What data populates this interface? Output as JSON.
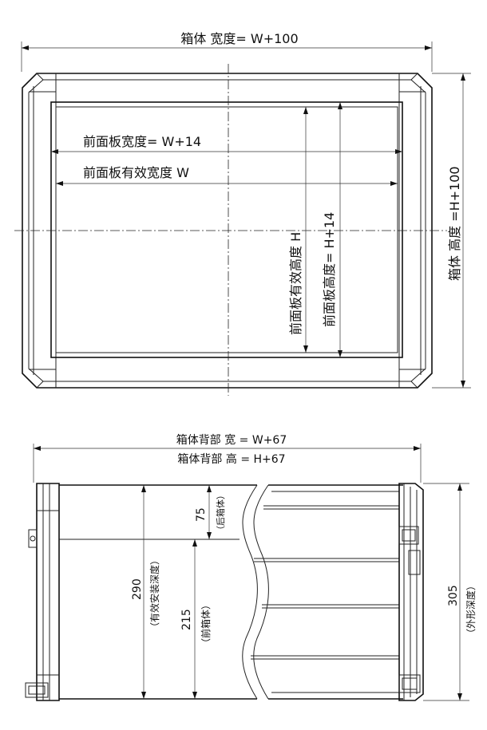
{
  "top_view": {
    "cabinet_width": "箱体  宽度= W+100",
    "cabinet_height": "箱体  高度  =H+100",
    "front_panel_width": "前面板宽度= W+14",
    "front_panel_effective_width": "前面板有效宽度  W",
    "front_panel_effective_height": "前面板有效高度  H",
    "front_panel_height": "前面板高度= H+14"
  },
  "side_view": {
    "back_width": "箱体背部    宽 = W+67",
    "back_height": "箱体背部    高 = H+67",
    "rear_depth_value": "75",
    "rear_depth_label": "（后箱体）",
    "effective_depth_value": "290",
    "effective_depth_label": "（有效安装深度）",
    "front_depth_value": "215",
    "front_depth_label": "（前箱体）",
    "overall_depth_value": "305",
    "overall_depth_label": "（外形深度）"
  }
}
